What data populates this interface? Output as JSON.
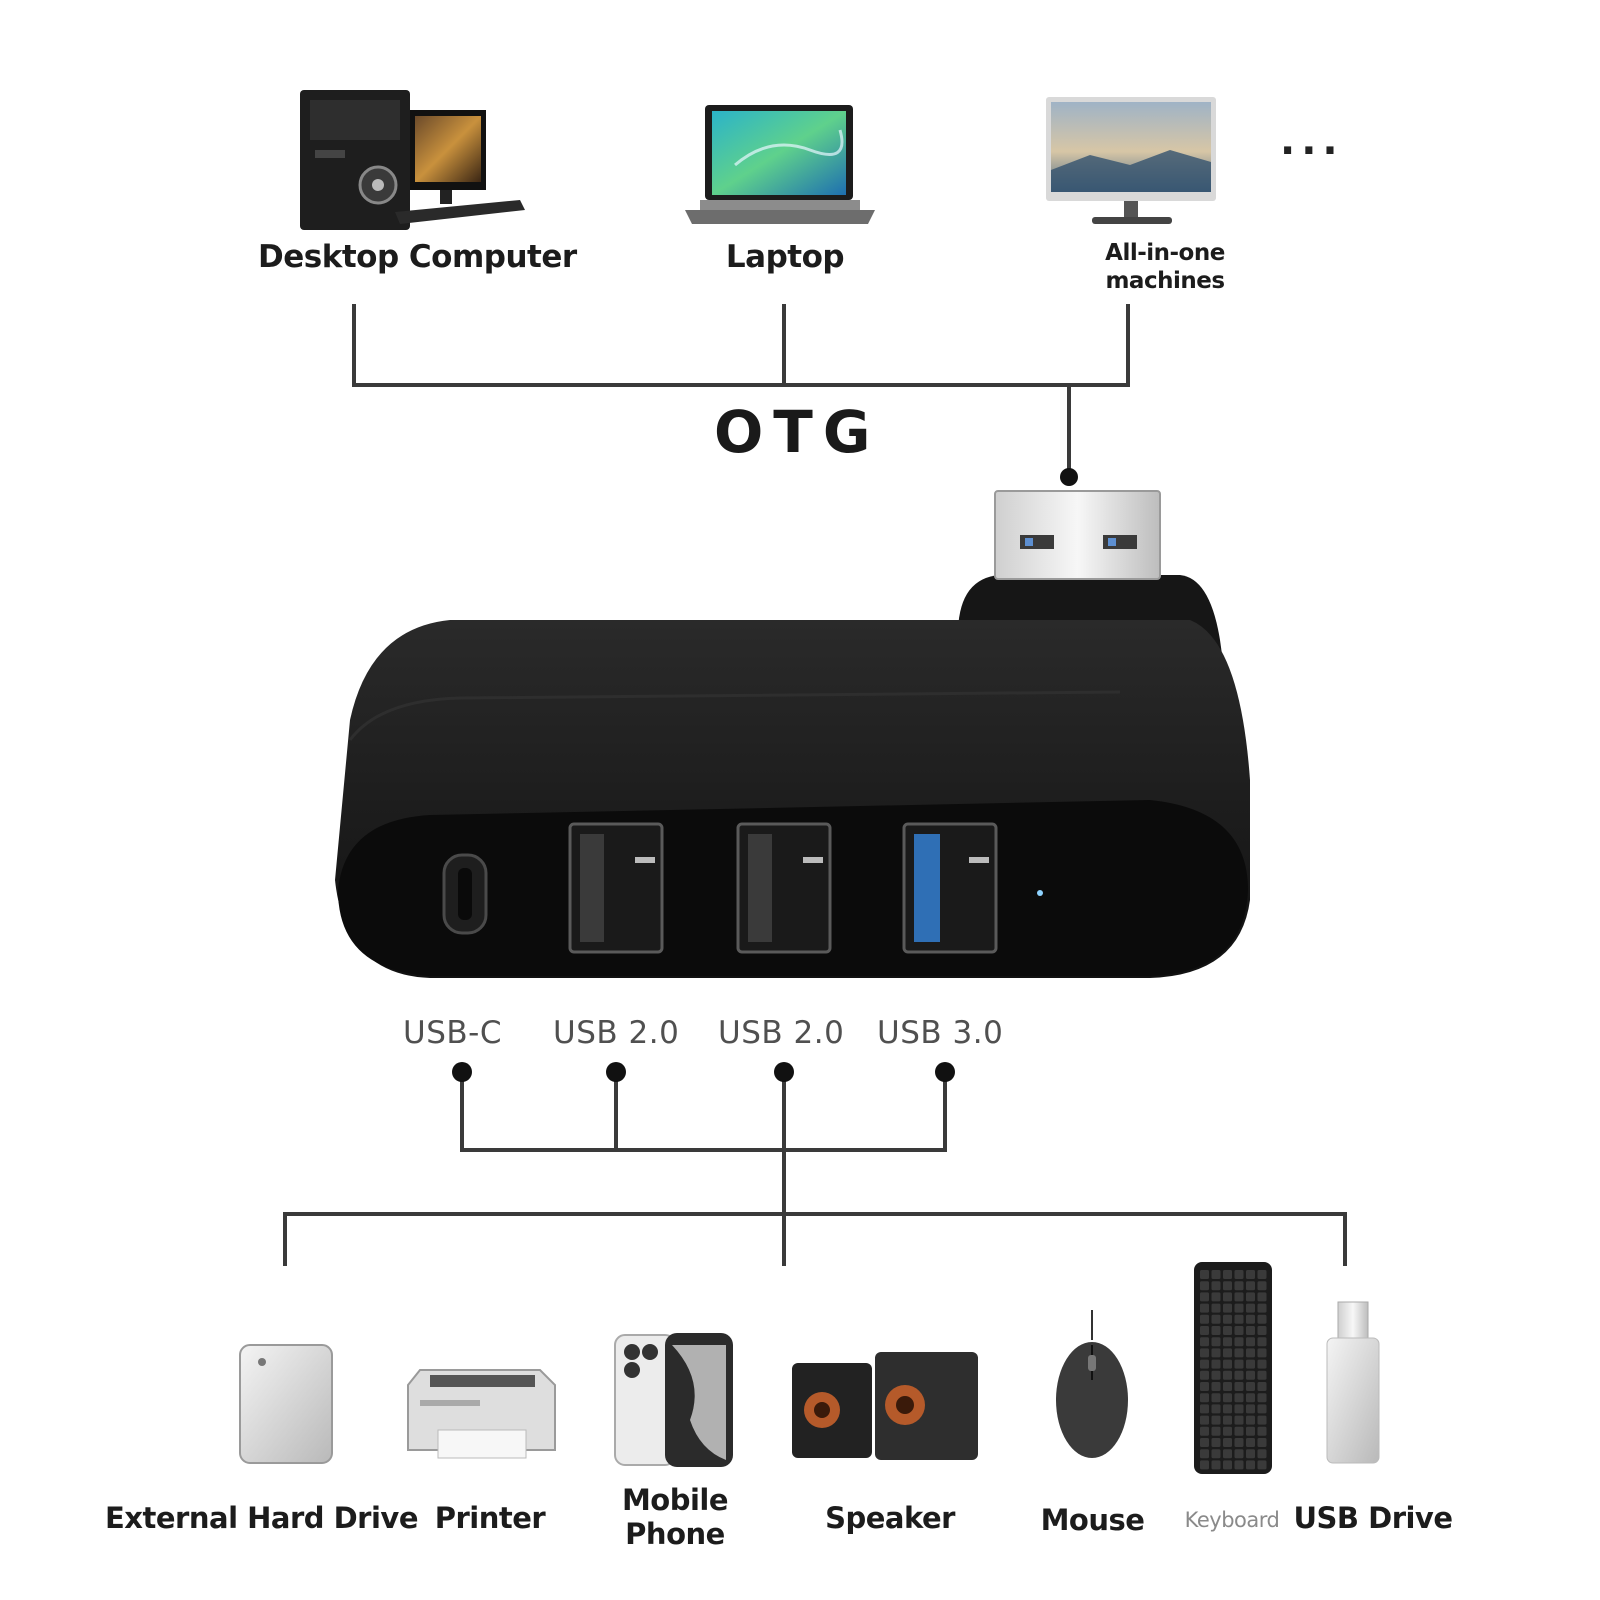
{
  "hosts": [
    {
      "label": "Desktop Computer",
      "icon": "desktop-computer-icon"
    },
    {
      "label": "Laptop",
      "icon": "laptop-icon"
    },
    {
      "label_line1": "All-in-one",
      "label_line2": "machines",
      "icon": "all-in-one-icon"
    }
  ],
  "more_hosts": "...",
  "otg_label": "OTG",
  "ports": [
    {
      "label": "USB-C",
      "color": "#000000"
    },
    {
      "label": "USB 2.0",
      "color": "#000000"
    },
    {
      "label": "USB 2.0",
      "color": "#000000"
    },
    {
      "label": "USB 3.0",
      "color": "#2f6fb5"
    }
  ],
  "devices": [
    {
      "label": "External Hard Drive",
      "icon": "external-hard-drive-icon"
    },
    {
      "label": "Printer",
      "icon": "printer-icon"
    },
    {
      "label_line1": "Mobile",
      "label_line2": "Phone",
      "icon": "mobile-phone-icon"
    },
    {
      "label": "Speaker",
      "icon": "speaker-icon"
    },
    {
      "label": "Mouse",
      "icon": "mouse-icon"
    },
    {
      "label": "Keyboard",
      "icon": "keyboard-icon"
    },
    {
      "label": "USB Drive",
      "icon": "usb-drive-icon"
    }
  ]
}
